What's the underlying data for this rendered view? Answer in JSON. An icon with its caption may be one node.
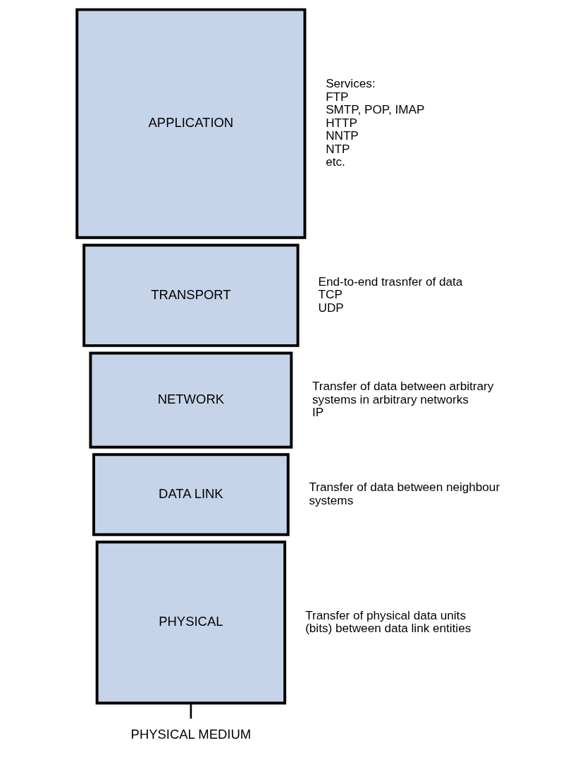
{
  "diagram": {
    "nodes": [
      {
        "text": [
          "APPLICATION"
        ],
        "beside": [
          "Services:",
          "FTP",
          "SMTP, POP, IMAP",
          "HTTP",
          "NNTP",
          "NTP",
          "etc."
        ]
      },
      {
        "text": [
          "TRANSPORT"
        ],
        "beside": [
          "End-to-end trasnfer of data",
          "TCP",
          "UDP"
        ]
      },
      {
        "text": [
          "NETWORK"
        ],
        "beside": [
          "Transfer of data between arbitrary systems in arbitrary networks",
          "IP"
        ]
      },
      {
        "text": [
          "DATA LINK"
        ],
        "beside": [
          "Transfer of data between neighbour systems"
        ]
      },
      {
        "text": [
          "PHYSICAL"
        ],
        "beside": [
          "Transfer of physical data units (bits) between data link entities"
        ]
      },
      {
        "text": [
          "PHYSICAL MEDIUM"
        ]
      }
    ],
    "edges": [
      {
        "from": 4,
        "to": 5,
        "arrow": "none"
      }
    ]
  }
}
